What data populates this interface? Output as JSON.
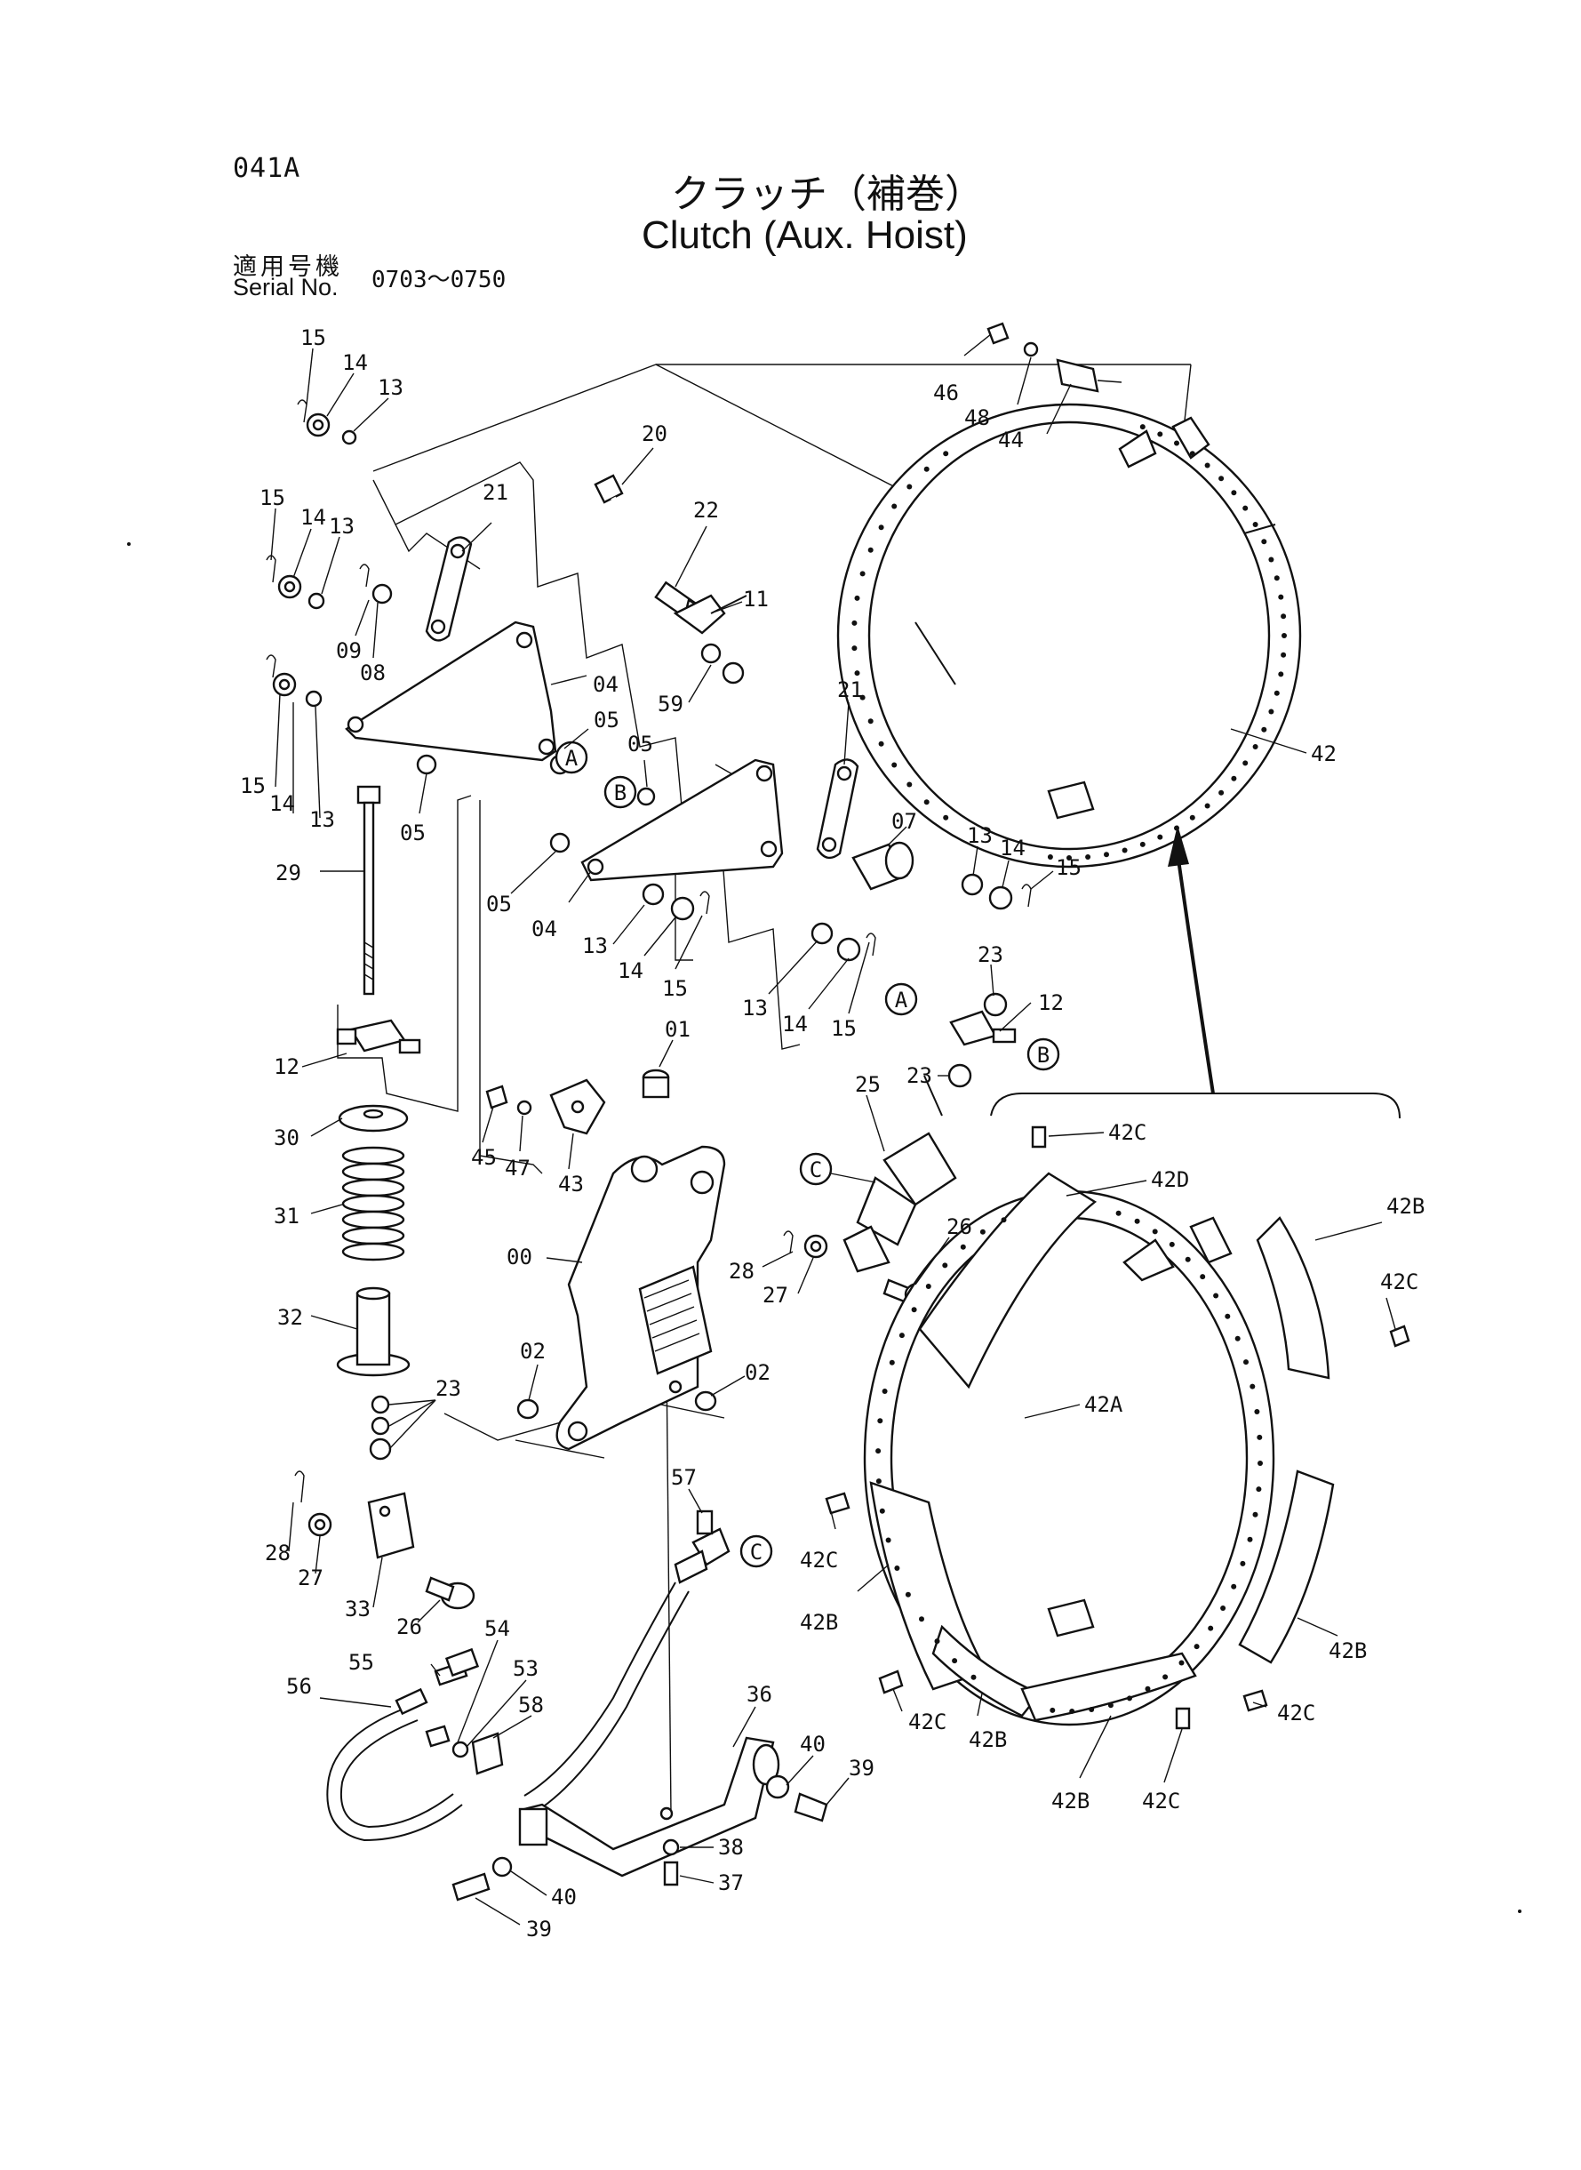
{
  "header": {
    "page_code": "041A",
    "title_jp": "クラッチ（補巻）",
    "title_en": "Clutch (Aux. Hoist)",
    "serial_label_jp": "適用号機",
    "serial_label_en": "Serial No.",
    "serial_range": "0703～0750"
  },
  "callouts": [
    {
      "id": "c15a",
      "text": "15"
    },
    {
      "id": "c14a",
      "text": "14"
    },
    {
      "id": "c13a",
      "text": "13"
    },
    {
      "id": "c15b",
      "text": "15"
    },
    {
      "id": "c14b",
      "text": "14"
    },
    {
      "id": "c13b",
      "text": "13"
    },
    {
      "id": "c09",
      "text": "09"
    },
    {
      "id": "c08",
      "text": "08"
    },
    {
      "id": "c21a",
      "text": "21"
    },
    {
      "id": "c20",
      "text": "20"
    },
    {
      "id": "c22",
      "text": "22"
    },
    {
      "id": "c11",
      "text": "11"
    },
    {
      "id": "c59",
      "text": "59"
    },
    {
      "id": "c04a",
      "text": "04"
    },
    {
      "id": "c05a",
      "text": "05"
    },
    {
      "id": "c15c",
      "text": "15"
    },
    {
      "id": "c14c",
      "text": "14"
    },
    {
      "id": "c13c",
      "text": "13"
    },
    {
      "id": "c05b",
      "text": "05"
    },
    {
      "id": "c05c",
      "text": "05"
    },
    {
      "id": "c05d",
      "text": "05"
    },
    {
      "id": "c04b",
      "text": "04"
    },
    {
      "id": "c13d",
      "text": "13"
    },
    {
      "id": "c14d",
      "text": "14"
    },
    {
      "id": "c15d",
      "text": "15"
    },
    {
      "id": "c21b",
      "text": "21"
    },
    {
      "id": "c07",
      "text": "07"
    },
    {
      "id": "c13e",
      "text": "13"
    },
    {
      "id": "c14e",
      "text": "14"
    },
    {
      "id": "c15e",
      "text": "15"
    },
    {
      "id": "c13f",
      "text": "13"
    },
    {
      "id": "c14f",
      "text": "14"
    },
    {
      "id": "c15f",
      "text": "15"
    },
    {
      "id": "c29",
      "text": "29"
    },
    {
      "id": "c12a",
      "text": "12"
    },
    {
      "id": "c12b",
      "text": "12"
    },
    {
      "id": "c23a",
      "text": "23"
    },
    {
      "id": "c23b",
      "text": "23"
    },
    {
      "id": "c01",
      "text": "01"
    },
    {
      "id": "c45",
      "text": "45"
    },
    {
      "id": "c47",
      "text": "47"
    },
    {
      "id": "c43",
      "text": "43"
    },
    {
      "id": "c30",
      "text": "30"
    },
    {
      "id": "c31",
      "text": "31"
    },
    {
      "id": "c00",
      "text": "00"
    },
    {
      "id": "c25",
      "text": "25"
    },
    {
      "id": "c26a",
      "text": "26"
    },
    {
      "id": "c28a",
      "text": "28"
    },
    {
      "id": "c27a",
      "text": "27"
    },
    {
      "id": "c32",
      "text": "32"
    },
    {
      "id": "c02a",
      "text": "02"
    },
    {
      "id": "c02b",
      "text": "02"
    },
    {
      "id": "c23c",
      "text": "23"
    },
    {
      "id": "c28b",
      "text": "28"
    },
    {
      "id": "c27b",
      "text": "27"
    },
    {
      "id": "c33",
      "text": "33"
    },
    {
      "id": "c26b",
      "text": "26"
    },
    {
      "id": "c57",
      "text": "57"
    },
    {
      "id": "c54",
      "text": "54"
    },
    {
      "id": "c55",
      "text": "55"
    },
    {
      "id": "c53",
      "text": "53"
    },
    {
      "id": "c56",
      "text": "56"
    },
    {
      "id": "c58",
      "text": "58"
    },
    {
      "id": "c36",
      "text": "36"
    },
    {
      "id": "c40a",
      "text": "40"
    },
    {
      "id": "c39a",
      "text": "39"
    },
    {
      "id": "c38",
      "text": "38"
    },
    {
      "id": "c37",
      "text": "37"
    },
    {
      "id": "c40b",
      "text": "40"
    },
    {
      "id": "c39b",
      "text": "39"
    },
    {
      "id": "c46",
      "text": "46"
    },
    {
      "id": "c48",
      "text": "48"
    },
    {
      "id": "c44",
      "text": "44"
    },
    {
      "id": "c42",
      "text": "42"
    },
    {
      "id": "c42c1",
      "text": "42C"
    },
    {
      "id": "c42d",
      "text": "42D"
    },
    {
      "id": "c42b1",
      "text": "42B"
    },
    {
      "id": "c42c2",
      "text": "42C"
    },
    {
      "id": "c42a",
      "text": "42A"
    },
    {
      "id": "c42c3",
      "text": "42C"
    },
    {
      "id": "c42b2",
      "text": "42B"
    },
    {
      "id": "c42b3",
      "text": "42B"
    },
    {
      "id": "c42c4",
      "text": "42C"
    },
    {
      "id": "c42c5",
      "text": "42C"
    },
    {
      "id": "c42b4",
      "text": "42B"
    },
    {
      "id": "c42b5",
      "text": "42B"
    },
    {
      "id": "c42c6",
      "text": "42C"
    }
  ],
  "connectors": [
    {
      "id": "A1",
      "text": "A"
    },
    {
      "id": "A2",
      "text": "A"
    },
    {
      "id": "B1",
      "text": "B"
    },
    {
      "id": "B2",
      "text": "B"
    },
    {
      "id": "C1",
      "text": "C"
    },
    {
      "id": "C2",
      "text": "C"
    }
  ]
}
